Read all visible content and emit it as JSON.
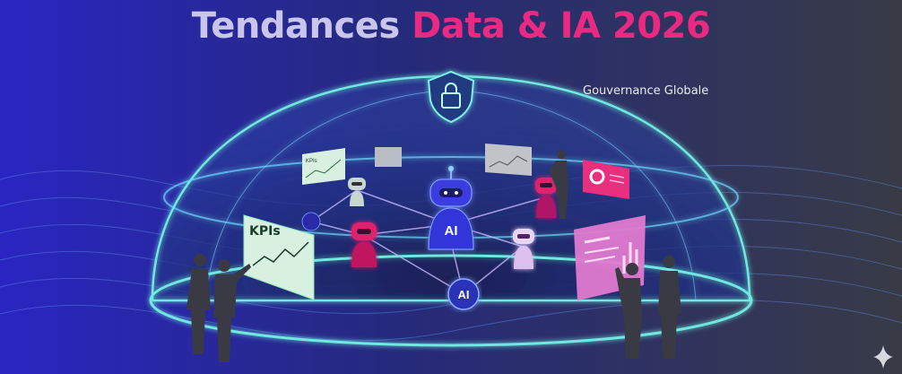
{
  "title": {
    "part1": "Tendances",
    "part2": "Data & IA 2026"
  },
  "governance_label": "Gouvernance Globale",
  "labels": {
    "kpi_large": "KPIs",
    "kpi_small": "KPIs",
    "ai_main": "AI",
    "ai_node": "AI"
  },
  "icons": [
    "lock-shield-icon",
    "robot-icon",
    "sparkle-icon"
  ],
  "colors": {
    "accent_pink": "#ea2a82",
    "title_light": "#c9c6ee",
    "dome_cyan": "#6fe8e0"
  }
}
